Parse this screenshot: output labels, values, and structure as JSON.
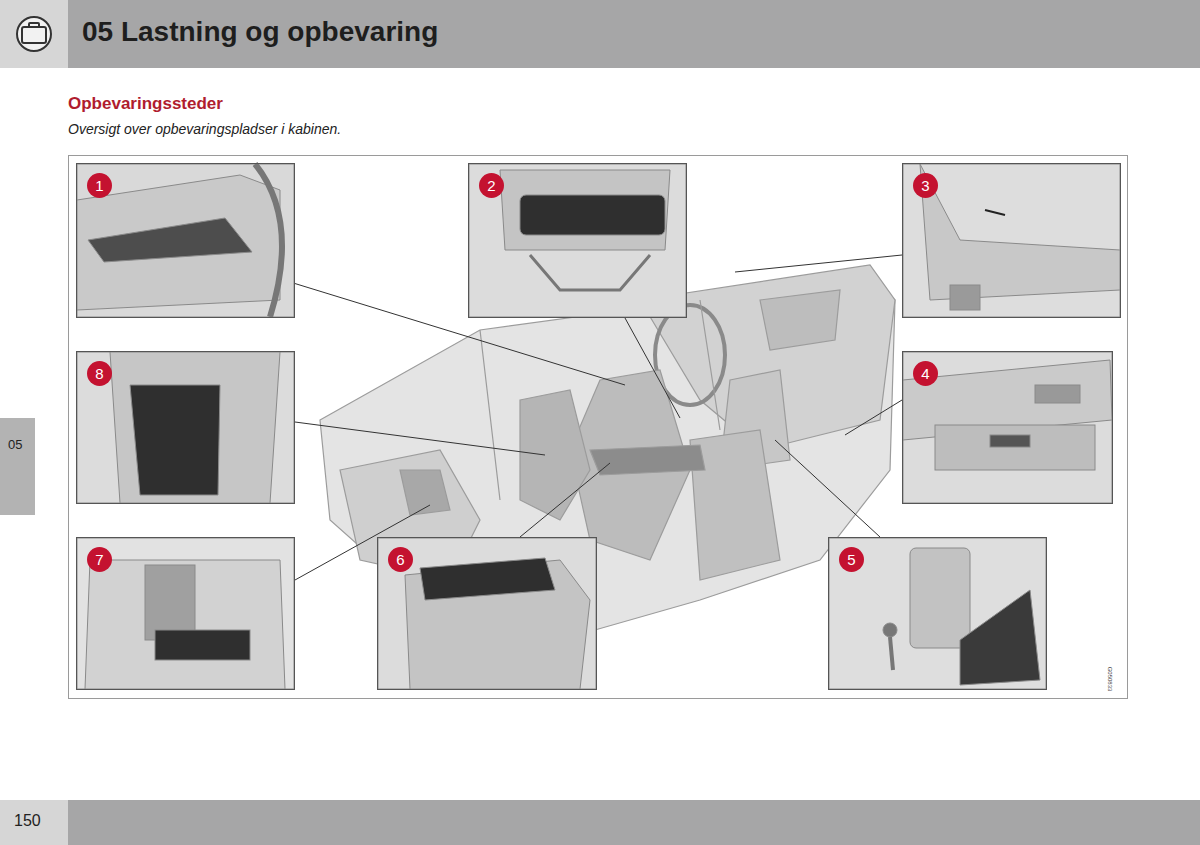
{
  "diagram": {
    "title": "Opbevaringssteder",
    "caption": "Oversigt over opbevaringspladser i kabinen.",
    "nodes": [
      {
        "text": [
          "1"
        ]
      },
      {
        "text": [
          "2"
        ]
      },
      {
        "text": [
          "3"
        ]
      },
      {
        "text": [
          "8"
        ]
      },
      {
        "text": [
          "4"
        ]
      },
      {
        "text": [
          "7"
        ]
      },
      {
        "text": [
          "6"
        ]
      },
      {
        "text": [
          "5"
        ]
      }
    ],
    "labels": [
      "05 Lastning og opbevaring",
      "05",
      "150",
      "G050833"
    ]
  }
}
